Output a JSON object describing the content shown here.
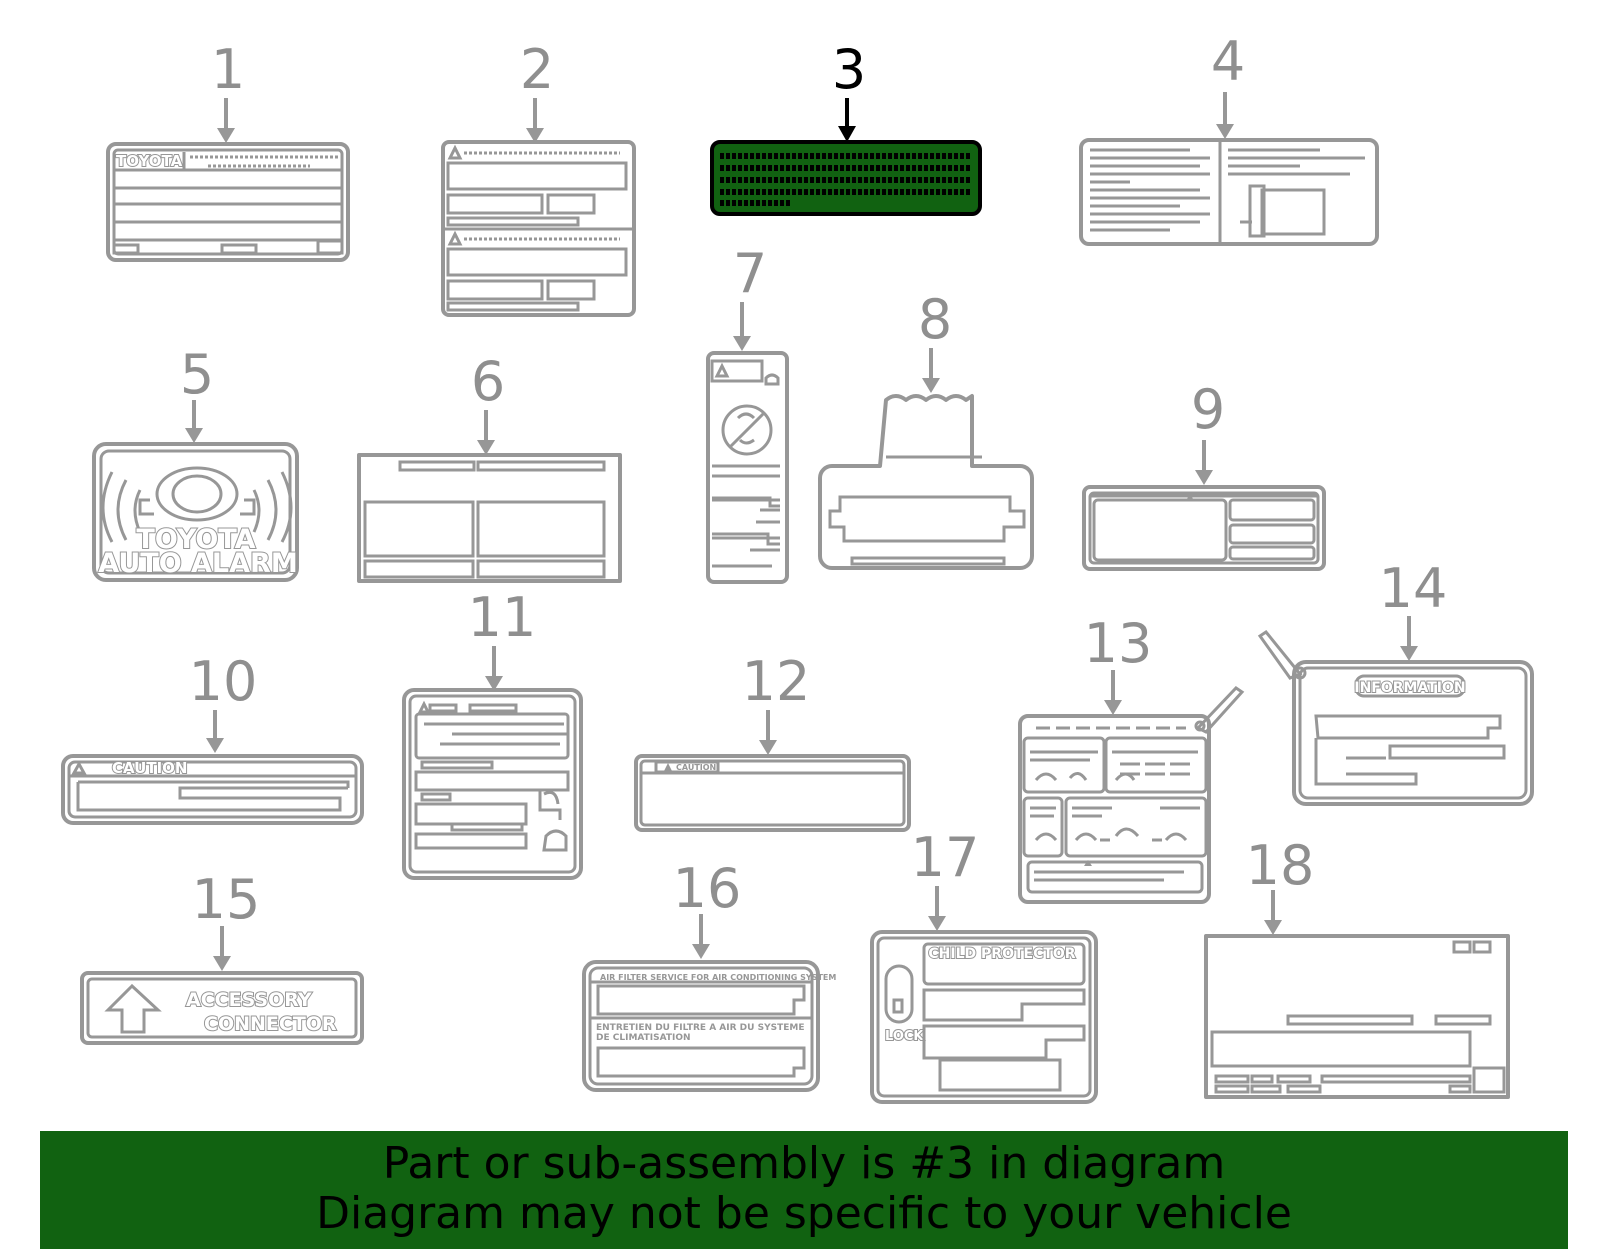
{
  "callouts": [
    "1",
    "2",
    "3",
    "4",
    "5",
    "6",
    "7",
    "8",
    "9",
    "10",
    "11",
    "12",
    "13",
    "14",
    "15",
    "16",
    "17",
    "18"
  ],
  "highlighted_callout": "3",
  "highlight_color": "#116211",
  "outline_color": "#979797",
  "labels": {
    "toyota": "TOYOTA",
    "alarm_line1": "TOYOTA",
    "alarm_line2": "AUTO ALARM",
    "caution": "CAUTION",
    "caution_small": "CAUTION",
    "information": "INFORMATION",
    "accessory_line1": "ACCESSORY",
    "accessory_line2": "CONNECTOR",
    "air_filter_en": "AIR FILTER SERVICE FOR AIR CONDITIONING SYSTEM",
    "air_filter_fr_line1": "ENTRETIEN DU FILTRE A AIR DU SYSTEME",
    "air_filter_fr_line2": "DE CLIMATISATION",
    "child_protector": "CHILD PROTECTOR",
    "lock": "LOCK"
  },
  "banner": {
    "line1": "Part or sub-assembly is #3 in diagram",
    "line2": "Diagram may not be specific to your vehicle"
  }
}
